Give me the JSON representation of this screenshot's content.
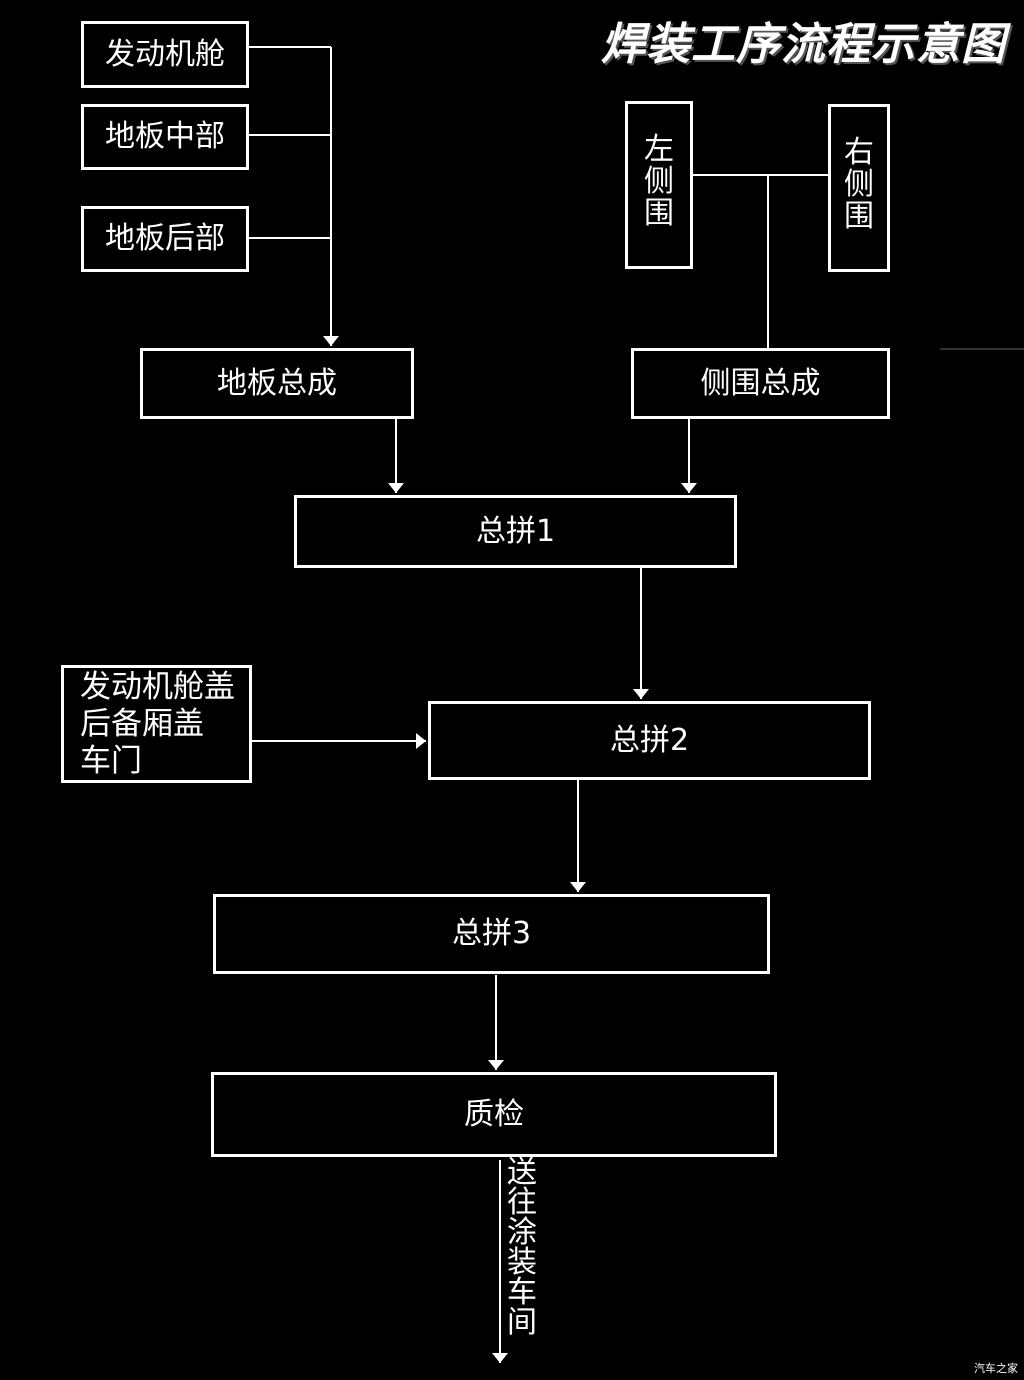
{
  "title": "焊装工序流程示意图",
  "boxes": {
    "engine_bay": "发动机舱",
    "floor_middle": "地板中部",
    "floor_rear": "地板后部",
    "left_side": [
      "左",
      "侧",
      "围"
    ],
    "right_side": [
      "右",
      "侧",
      "围"
    ],
    "floor_assembly": "地板总成",
    "side_assembly": "侧围总成",
    "main_assembly_1": "总拼1",
    "closures": [
      "发动机舱盖",
      "后备厢盖",
      "车门"
    ],
    "main_assembly_2": "总拼2",
    "main_assembly_3": "总拼3",
    "quality_check": "质检"
  },
  "output_label": [
    "送",
    "往",
    "涂",
    "装",
    "车",
    "间"
  ],
  "watermark": "汽车之家",
  "colors": {
    "background": "#000000",
    "foreground": "#ffffff"
  }
}
